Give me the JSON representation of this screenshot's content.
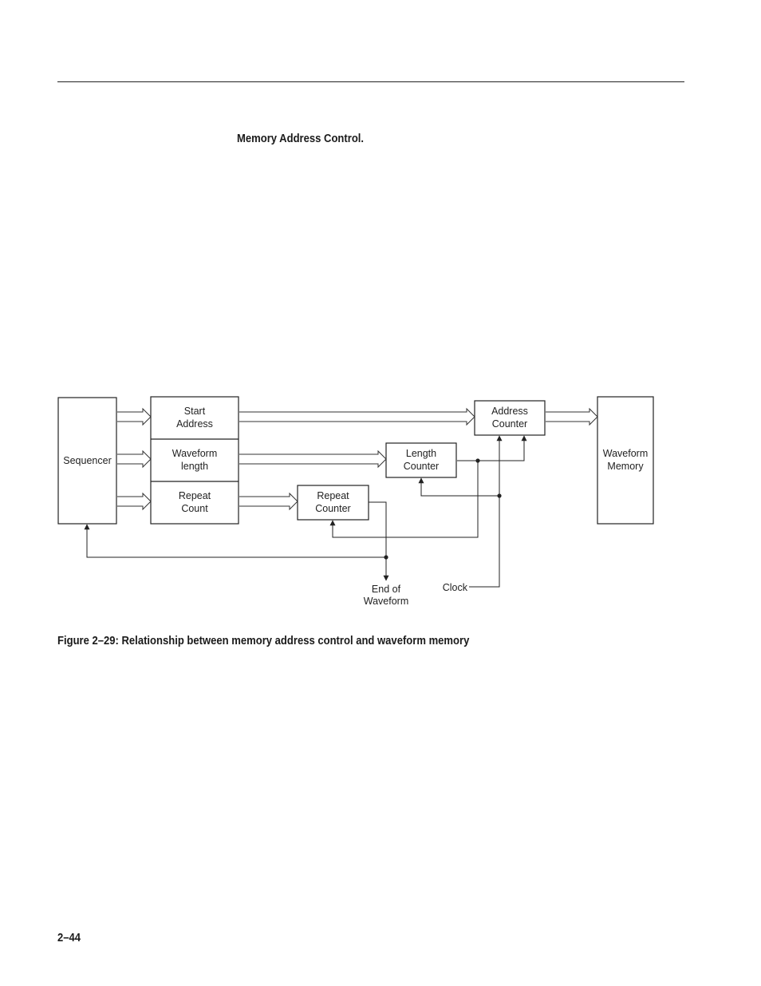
{
  "page": {
    "section_heading": "Memory Address Control.",
    "figure_caption": "Figure 2–29: Relationship between memory address control and waveform memory",
    "page_number": "2–44"
  },
  "diagram": {
    "blocks": {
      "sequencer": [
        "Sequencer"
      ],
      "start_address": [
        "Start",
        "Address"
      ],
      "waveform_length": [
        "Waveform",
        "length"
      ],
      "repeat_count": [
        "Repeat",
        "Count"
      ],
      "repeat_counter": [
        "Repeat",
        "Counter"
      ],
      "length_counter": [
        "Length",
        "Counter"
      ],
      "address_counter": [
        "Address",
        "Counter"
      ],
      "waveform_memory": [
        "Waveform",
        "Memory"
      ]
    },
    "signals": {
      "end_of_waveform": [
        "End of",
        "Waveform"
      ],
      "clock": "Clock"
    }
  }
}
